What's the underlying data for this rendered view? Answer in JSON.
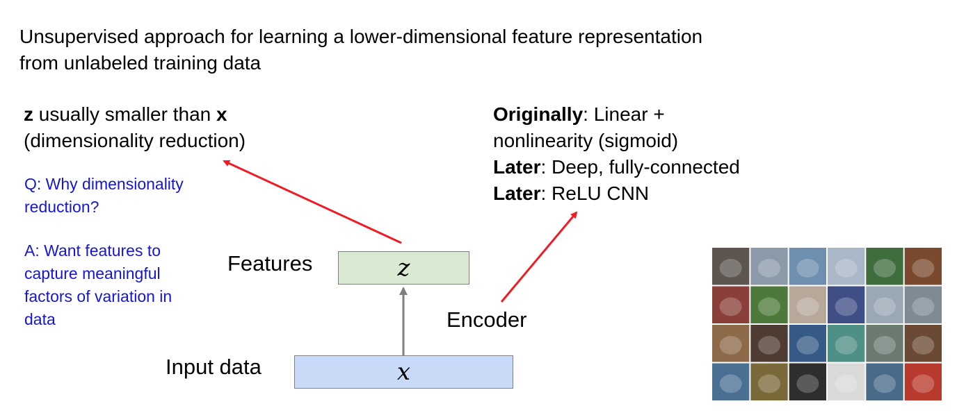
{
  "heading": {
    "line1": "Unsupervised approach for learning a lower-dimensional feature representation",
    "line2": "from unlabeled training data"
  },
  "left_note": {
    "z": "z",
    "smaller_than": " usually smaller than ",
    "x": "x",
    "line2": "(dimensionality reduction)"
  },
  "qa": {
    "question_line1": "Q: Why dimensionality",
    "question_line2": "reduction?",
    "answer_line1": "A: Want features to",
    "answer_line2": "capture meaningful",
    "answer_line3": "factors of variation in",
    "answer_line4": "data"
  },
  "right_note": {
    "l1_bold": "Originally",
    "l1_rest": ": Linear +",
    "l2": "nonlinearity (sigmoid)",
    "l3_bold": "Later",
    "l3_rest": ": Deep, fully-connected",
    "l4_bold": "Later",
    "l4_rest": ": ReLU CNN"
  },
  "diagram": {
    "features_label": "Features",
    "z_symbol": "z",
    "input_label": "Input data",
    "x_symbol": "x",
    "encoder_label": "Encoder"
  },
  "thumbnails": {
    "colors": [
      [
        "#5c5550",
        "#8b9aa8",
        "#6f8fb0",
        "#a9b7c6",
        "#3f6d3e",
        "#7a4a2e"
      ],
      [
        "#8a3f3a",
        "#4d7a3a",
        "#b7a89a",
        "#3f4f86",
        "#9aa7b5",
        "#7e8a94"
      ],
      [
        "#8c6a4a",
        "#4e3c32",
        "#365a86",
        "#4f8f86",
        "#6b7b72",
        "#6a4a34"
      ],
      [
        "#4a6f92",
        "#7a6a3a",
        "#2e2e2e",
        "#d9d9d9",
        "#4a6a8a",
        "#b83a2e"
      ]
    ]
  },
  "colors": {
    "arrow_red": "#ee1c25",
    "arrow_gray": "#7f7f7f",
    "qa_blue": "#1515d8",
    "z_box": "#d9ead3",
    "x_box": "#c9daf8"
  }
}
